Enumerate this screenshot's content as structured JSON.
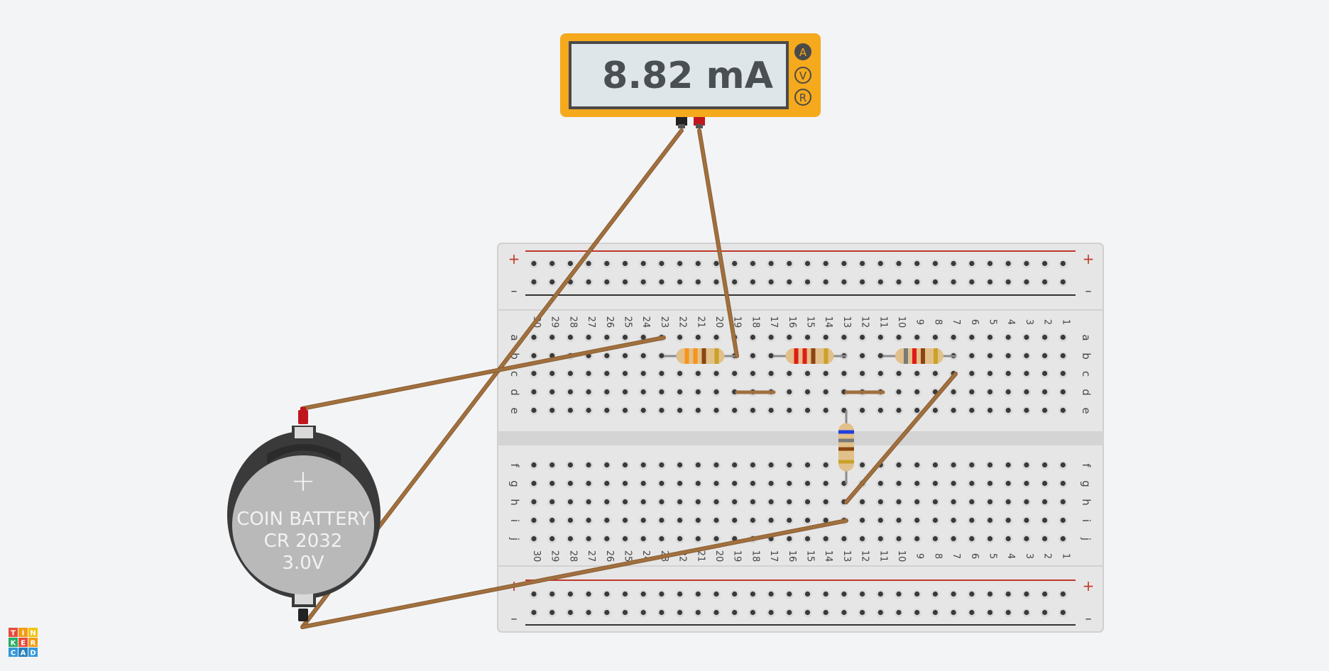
{
  "multimeter": {
    "reading": "8.82 mA",
    "mode_buttons": [
      "A",
      "V",
      "R"
    ],
    "selected_mode": "A"
  },
  "battery": {
    "line1": "COIN BATTERY",
    "line2": "CR 2032",
    "line3": "3.0V",
    "plus_symbol": "+"
  },
  "breadboard": {
    "plus_symbol": "+",
    "minus_symbol": "–",
    "row_letters_top": [
      "a",
      "b",
      "c",
      "d",
      "e"
    ],
    "row_letters_bottom": [
      "f",
      "g",
      "h",
      "i",
      "j"
    ],
    "column_numbers": [
      "30",
      "29",
      "28",
      "27",
      "26",
      "25",
      "24",
      "23",
      "22",
      "21",
      "20",
      "19",
      "18",
      "17",
      "16",
      "15",
      "14",
      "13",
      "12",
      "11",
      "10",
      "9",
      "8",
      "7",
      "6",
      "5",
      "4",
      "3",
      "2",
      "1"
    ]
  },
  "resistors": [
    {
      "name": "resistor-r1",
      "bands": [
        "#f7941d",
        "#f7941d",
        "#8b4513",
        "#c9a227"
      ]
    },
    {
      "name": "resistor-r2",
      "bands": [
        "#e01b1b",
        "#e01b1b",
        "#8b4513",
        "#c9a227"
      ]
    },
    {
      "name": "resistor-r3",
      "bands": [
        "#7a7a7a",
        "#e01b1b",
        "#8b4513",
        "#c9a227"
      ]
    },
    {
      "name": "resistor-r4",
      "bands": [
        "#1f3fe0",
        "#7a7a7a",
        "#8b4513",
        "#c9a227"
      ]
    }
  ],
  "logo": {
    "letters": [
      "T",
      "I",
      "N",
      "K",
      "E",
      "R",
      "C",
      "A",
      "D"
    ],
    "colors": [
      "#e74c3c",
      "#f39c12",
      "#f1c40f",
      "#27ae60",
      "#e74c3c",
      "#f39c12",
      "#3498db",
      "#2980b9",
      "#3498db"
    ]
  },
  "colors": {
    "meter_body": "#f5a91c",
    "wire": "#a0703e",
    "rail_red": "#c0392b",
    "rail_black": "#333333"
  }
}
